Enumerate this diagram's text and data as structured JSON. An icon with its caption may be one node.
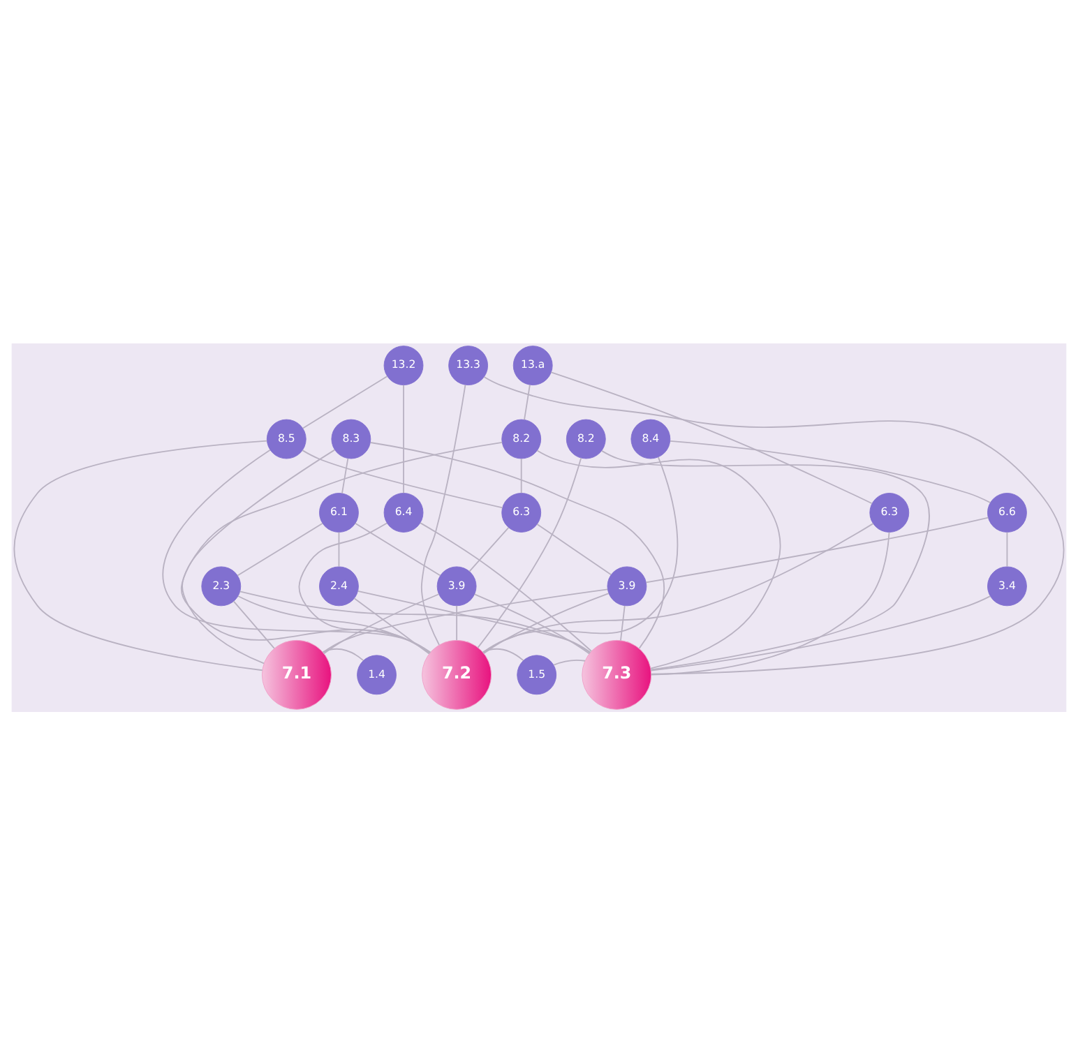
{
  "diagram": {
    "nodes": [
      {
        "text": [
          "13.2"
        ]
      },
      {
        "text": [
          "13.3"
        ]
      },
      {
        "text": [
          "13.a"
        ]
      },
      {
        "text": [
          "8.3"
        ]
      },
      {
        "text": [
          "8.5"
        ]
      },
      {
        "text": [
          "8.2"
        ]
      },
      {
        "text": [
          "8.2"
        ]
      },
      {
        "text": [
          "8.4"
        ]
      },
      {
        "text": [
          "6.1"
        ]
      },
      {
        "text": [
          "6.4"
        ]
      },
      {
        "text": [
          "6.3"
        ]
      },
      {
        "text": [
          "6.3"
        ]
      },
      {
        "text": [
          "6.6"
        ]
      },
      {
        "text": [
          "2.3"
        ]
      },
      {
        "text": [
          "2.4"
        ]
      },
      {
        "text": [
          "3.9"
        ]
      },
      {
        "text": [
          "3.9"
        ]
      },
      {
        "text": [
          "3.4"
        ]
      },
      {
        "text": [
          "7.1"
        ]
      },
      {
        "text": [
          "1.4"
        ]
      },
      {
        "text": [
          "7.2"
        ]
      },
      {
        "text": [
          "1.5"
        ]
      },
      {
        "text": [
          "7.3"
        ]
      }
    ],
    "edges": [
      {
        "from": 0,
        "to": 4,
        "arrow": "none"
      },
      {
        "from": 0,
        "to": 9,
        "arrow": "none"
      },
      {
        "from": 1,
        "to": 20,
        "arrow": "none"
      },
      {
        "from": 1,
        "to": 22,
        "arrow": "none"
      },
      {
        "from": 2,
        "to": 5,
        "arrow": "none"
      },
      {
        "from": 2,
        "to": 11,
        "arrow": "none"
      },
      {
        "from": 3,
        "to": 8,
        "arrow": "none"
      },
      {
        "from": 3,
        "to": 20,
        "arrow": "none"
      },
      {
        "from": 3,
        "to": 22,
        "arrow": "none"
      },
      {
        "from": 4,
        "to": 18,
        "arrow": "none"
      },
      {
        "from": 4,
        "to": 20,
        "arrow": "none"
      },
      {
        "from": 4,
        "to": 10,
        "arrow": "none"
      },
      {
        "from": 5,
        "to": 18,
        "arrow": "none"
      },
      {
        "from": 5,
        "to": 10,
        "arrow": "none"
      },
      {
        "from": 5,
        "to": 22,
        "arrow": "none"
      },
      {
        "from": 6,
        "to": 20,
        "arrow": "none"
      },
      {
        "from": 6,
        "to": 22,
        "arrow": "none"
      },
      {
        "from": 7,
        "to": 20,
        "arrow": "none"
      },
      {
        "from": 7,
        "to": 12,
        "arrow": "none"
      },
      {
        "from": 8,
        "to": 13,
        "arrow": "none"
      },
      {
        "from": 8,
        "to": 15,
        "arrow": "none"
      },
      {
        "from": 8,
        "to": 14,
        "arrow": "none"
      },
      {
        "from": 9,
        "to": 20,
        "arrow": "none"
      },
      {
        "from": 9,
        "to": 22,
        "arrow": "none"
      },
      {
        "from": 10,
        "to": 15,
        "arrow": "none"
      },
      {
        "from": 10,
        "to": 16,
        "arrow": "none"
      },
      {
        "from": 11,
        "to": 20,
        "arrow": "none"
      },
      {
        "from": 11,
        "to": 22,
        "arrow": "none"
      },
      {
        "from": 12,
        "to": 17,
        "arrow": "none"
      },
      {
        "from": 12,
        "to": 16,
        "arrow": "none"
      },
      {
        "from": 13,
        "to": 18,
        "arrow": "none"
      },
      {
        "from": 13,
        "to": 22,
        "arrow": "none"
      },
      {
        "from": 13,
        "to": 20,
        "arrow": "none"
      },
      {
        "from": 14,
        "to": 20,
        "arrow": "none"
      },
      {
        "from": 14,
        "to": 22,
        "arrow": "none"
      },
      {
        "from": 15,
        "to": 20,
        "arrow": "none"
      },
      {
        "from": 15,
        "to": 18,
        "arrow": "none"
      },
      {
        "from": 15,
        "to": 22,
        "arrow": "none"
      },
      {
        "from": 16,
        "to": 18,
        "arrow": "none"
      },
      {
        "from": 16,
        "to": 20,
        "arrow": "none"
      },
      {
        "from": 16,
        "to": 22,
        "arrow": "none"
      },
      {
        "from": 17,
        "to": 22,
        "arrow": "none"
      },
      {
        "from": 18,
        "to": 19,
        "arrow": "none"
      },
      {
        "from": 20,
        "to": 21,
        "arrow": "none"
      },
      {
        "from": 21,
        "to": 22,
        "arrow": "none"
      }
    ]
  }
}
